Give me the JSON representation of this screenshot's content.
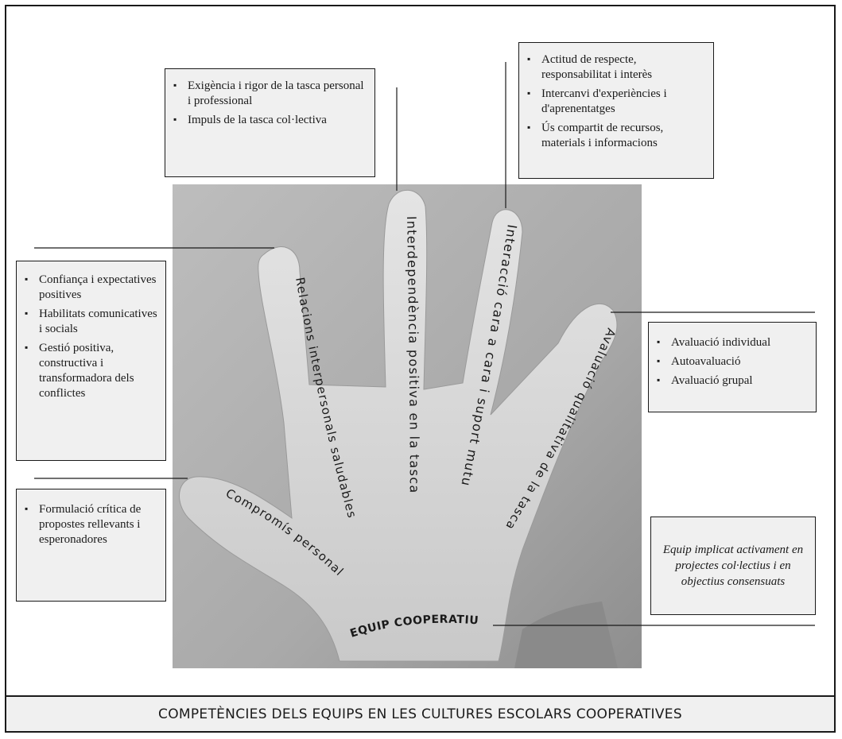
{
  "boxes": {
    "top_center": [
      "Exigència i rigor de la tasca personal i professional",
      "Impuls de la tasca col·lectiva"
    ],
    "top_right": [
      "Actitud de respecte, responsabilitat i interès",
      "Intercanvi d'experiències i d'aprenentatges",
      "Ús compartit de recursos, materials i informacions"
    ],
    "left_upper": [
      "Confiança i expectatives positives",
      "Habilitats comunicatives i socials",
      "Gestió positiva, constructiva i transformadora dels conflictes"
    ],
    "left_lower": [
      "Formulació crítica de propostes rellevants i esperonadores"
    ],
    "right_middle": [
      "Avaluació individual",
      "Autoavaluació",
      "Avaluació grupal"
    ],
    "right_lower": "Equip implicat activament en projectes col·lectius i en objectius consensuats"
  },
  "hand": {
    "thumb": "Compromís personal",
    "index": "Relacions interpersonals saludables",
    "middle": "Interdependència positiva en la tasca",
    "ring": "Interacció cara a cara i suport mutu",
    "pinky": "Avaluació qualitativa de la tasca",
    "palm": "EQUIP COOPERATIU"
  },
  "footer": "COMPETÈNCIES DELS EQUIPS EN LES CULTURES ESCOLARS COOPERATIVES"
}
